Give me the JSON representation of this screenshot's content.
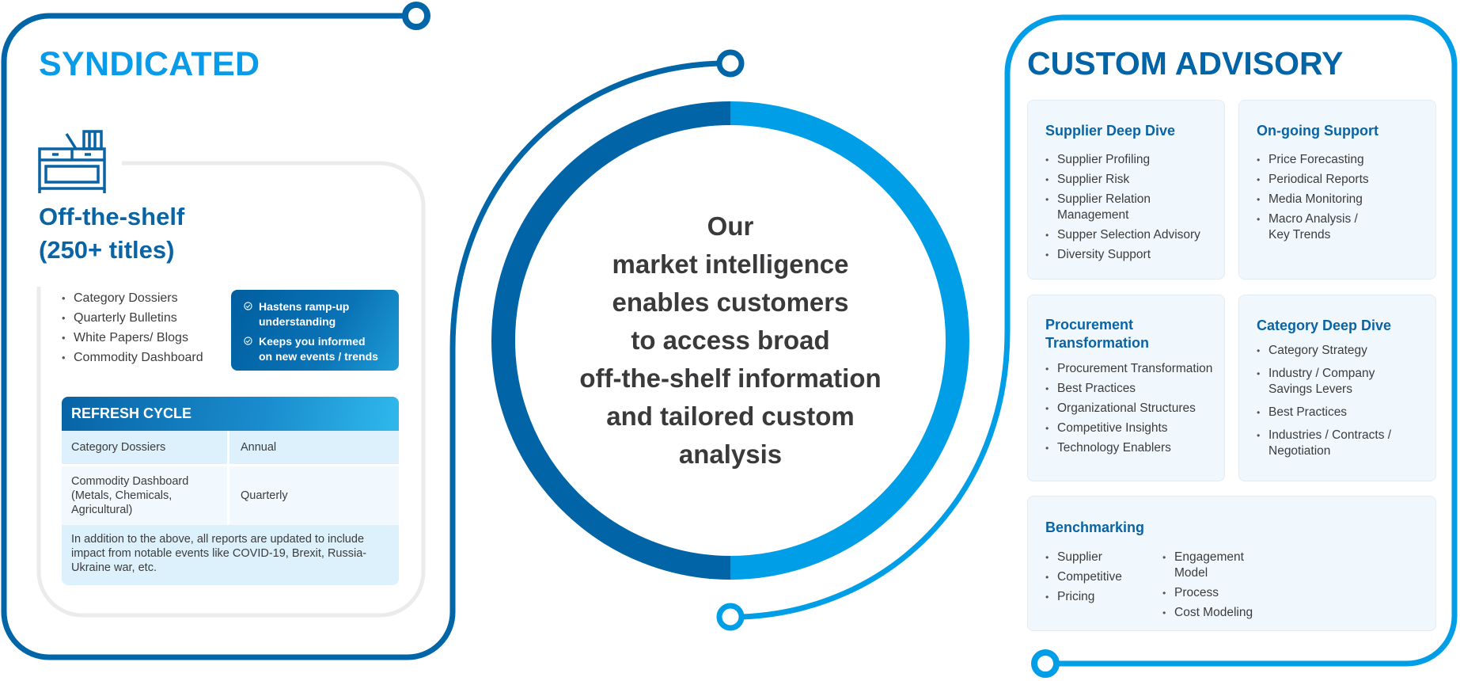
{
  "colors": {
    "dark_blue": "#0066a8",
    "light_blue": "#009ee6",
    "gray_frame": "#ebebeb"
  },
  "syndicated": {
    "title": "SYNDICATED",
    "icon": "bookshelf-icon",
    "subtitle_line1": "Off-the-shelf",
    "subtitle_line2": "(250+ titles)",
    "items": [
      "Category Dossiers",
      "Quarterly Bulletins",
      "White Papers/ Blogs",
      "Commodity Dashboard"
    ],
    "benefits": [
      {
        "icon": "check-circle-icon",
        "line1": "Hastens ramp-up",
        "line2": "understanding"
      },
      {
        "icon": "check-circle-icon",
        "line1": "Keeps you informed",
        "line2": "on new events / trends"
      }
    ],
    "refresh": {
      "header": "REFRESH CYCLE",
      "rows": [
        {
          "item": "Category Dossiers",
          "cycle": "Annual"
        },
        {
          "item": "Commodity Dashboard (Metals, Chemicals, Agricultural)",
          "cycle": "Quarterly"
        }
      ],
      "note": "In addition to the above, all reports are updated to include impact from notable events like COVID-19, Brexit, Russia-Ukraine war, etc."
    }
  },
  "center": {
    "lines": [
      "Our",
      "market intelligence",
      "enables customers",
      "to access broad",
      "off-the-shelf information",
      "and tailored custom",
      "analysis"
    ]
  },
  "custom": {
    "title": "CUSTOM ADVISORY",
    "cards": [
      {
        "title": "Supplier Deep Dive",
        "items": [
          "Supplier Profiling",
          "Supplier Risk",
          "Supplier Relation Management",
          "Supper Selection Advisory",
          "Diversity Support"
        ]
      },
      {
        "title": "On-going Support",
        "items": [
          "Price Forecasting",
          "Periodical Reports",
          "Media Monitoring",
          "Macro Analysis / Key Trends"
        ]
      },
      {
        "title": "Procurement Transformation",
        "items": [
          "Procurement Transformation",
          "Best Practices",
          "Organizational Structures",
          "Competitive Insights",
          "Technology Enablers"
        ]
      },
      {
        "title": "Category Deep Dive",
        "items": [
          "Category Strategy",
          "Industry / Company Savings Levers",
          "Best Practices",
          "Industries / Contracts / Negotiation"
        ]
      }
    ],
    "benchmarking": {
      "title": "Benchmarking",
      "col1": [
        "Supplier",
        "Competitive",
        "Pricing"
      ],
      "col2": [
        "Engagement Model",
        "Process",
        "Cost Modeling"
      ]
    }
  }
}
